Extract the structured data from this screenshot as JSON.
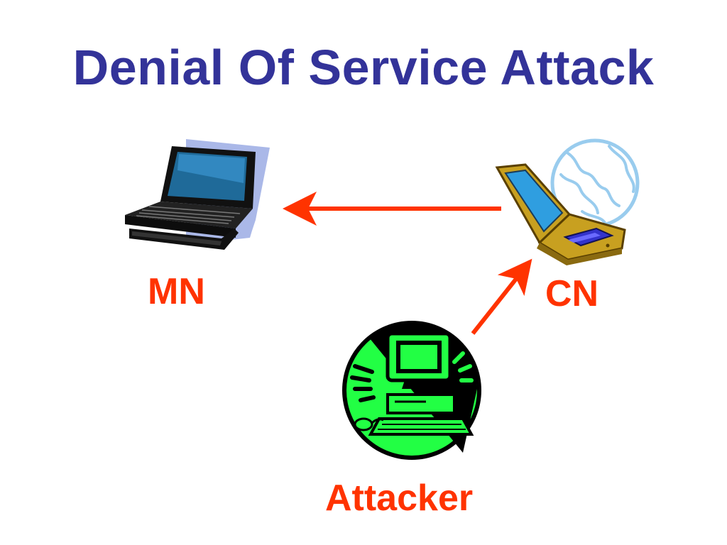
{
  "slide": {
    "title": "Denial Of Service Attack"
  },
  "nodes": {
    "mn": {
      "label": "MN",
      "icon": "laptop-icon"
    },
    "cn": {
      "label": "CN",
      "icon": "laptop-globe-icon"
    },
    "attacker": {
      "label": "Attacker",
      "icon": "attacker-computer-icon"
    }
  },
  "edges": [
    {
      "from": "cn",
      "to": "mn"
    },
    {
      "from": "attacker",
      "to": "cn"
    }
  ],
  "colors": {
    "title": "#333399",
    "label": "#ff3300",
    "arrow": "#ff3300",
    "attacker_bg": "#22ff44",
    "globe": "#99ccee"
  }
}
